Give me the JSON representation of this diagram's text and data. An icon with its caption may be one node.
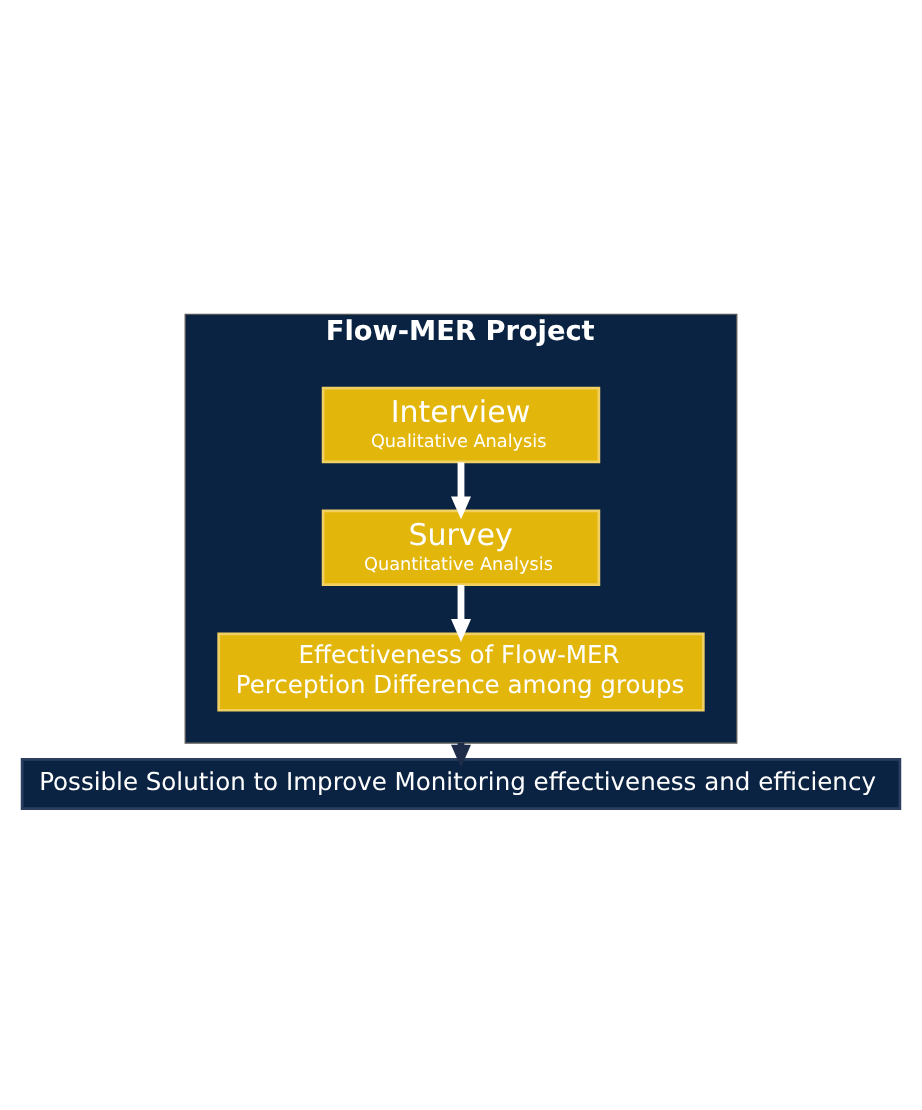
{
  "diagram": {
    "nodes": [
      {
        "text": [
          "Flow-MER Project"
        ]
      },
      {
        "text": [
          "Interview",
          "Qualitative Analysis"
        ],
        "in": 0
      },
      {
        "text": [
          "Survey",
          "Quantitative Analysis"
        ],
        "in": 0
      },
      {
        "text": [
          "Effectiveness of Flow-MER",
          "Perception Difference among groups"
        ],
        "in": 0
      },
      {
        "text": [
          "Possible Solution to Improve Monitoring effectiveness and efficiency"
        ]
      }
    ],
    "edges": [
      {
        "from": 1,
        "to": 2,
        "arrow": "to"
      },
      {
        "from": 2,
        "to": 3,
        "arrow": "to"
      },
      {
        "from": 0,
        "to": 4,
        "arrow": "to",
        "color": "#1f2d4a"
      }
    ]
  }
}
